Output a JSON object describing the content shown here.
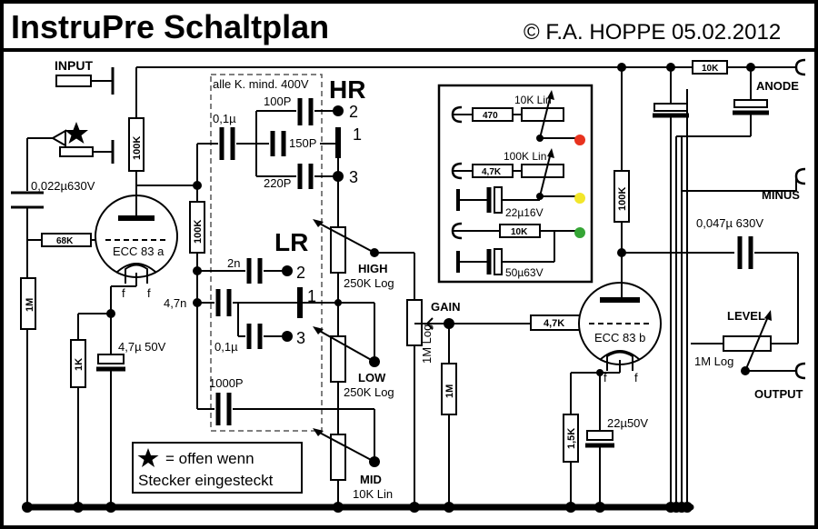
{
  "header": {
    "title": "InstruPre Schaltplan",
    "credit": "© F.A. HOPPE 05.02.2012"
  },
  "jacks": {
    "input": "INPUT",
    "anode": "ANODE",
    "minus": "MINUS",
    "output": "OUTPUT"
  },
  "tubes": {
    "v1": "ECC 83 a",
    "v2": "ECC 83 b",
    "filament": "f"
  },
  "components": {
    "c_input": "0,022µ630V",
    "r_grid1": "68K",
    "r_gridleak": "1M",
    "r_plate1": "100K",
    "r_cathode1": "1K",
    "c_cathode1": "4,7µ 50V",
    "r_mid": "100K",
    "c_01": "0,1µ",
    "c_100p": "100P",
    "c_150p": "150P",
    "c_220p": "220P",
    "c_2n": "2n",
    "c_47n": "4,7n",
    "c_01b": "0,1µ",
    "c_1000p": "1000P",
    "r_grid2": "4,7K",
    "r_plate2": "100K",
    "r_cathode2": "1,5K",
    "c_cathode2": "22µ50V",
    "c_out": "0,047µ 630V",
    "r_10k_top": "10K",
    "r_1m_gain": "1M"
  },
  "switches": {
    "hr": "HR",
    "lr": "LR",
    "note": "alle K. mind. 400V",
    "pos1": "1",
    "pos2": "2",
    "pos3": "3"
  },
  "pots": {
    "high": "HIGH",
    "high_value": "250K Log",
    "low": "LOW",
    "low_value": "250K Log",
    "mid": "MID",
    "mid_value": "10K Lin",
    "gain": "GAIN",
    "gain_value": "1M Log",
    "level": "LEVEL",
    "level_value": "1M Log"
  },
  "inset": {
    "r470": "470",
    "pot10k": "10K Lin",
    "pot100k": "100K Lin",
    "r47k": "4,7K",
    "c22": "22µ16V",
    "r10k": "10K",
    "c50": "50µ63V",
    "led_colors": [
      "#e8321e",
      "#f2e62a",
      "#35a535"
    ]
  },
  "legend": {
    "line1": "= offen wenn",
    "line2": "Stecker eingesteckt"
  }
}
